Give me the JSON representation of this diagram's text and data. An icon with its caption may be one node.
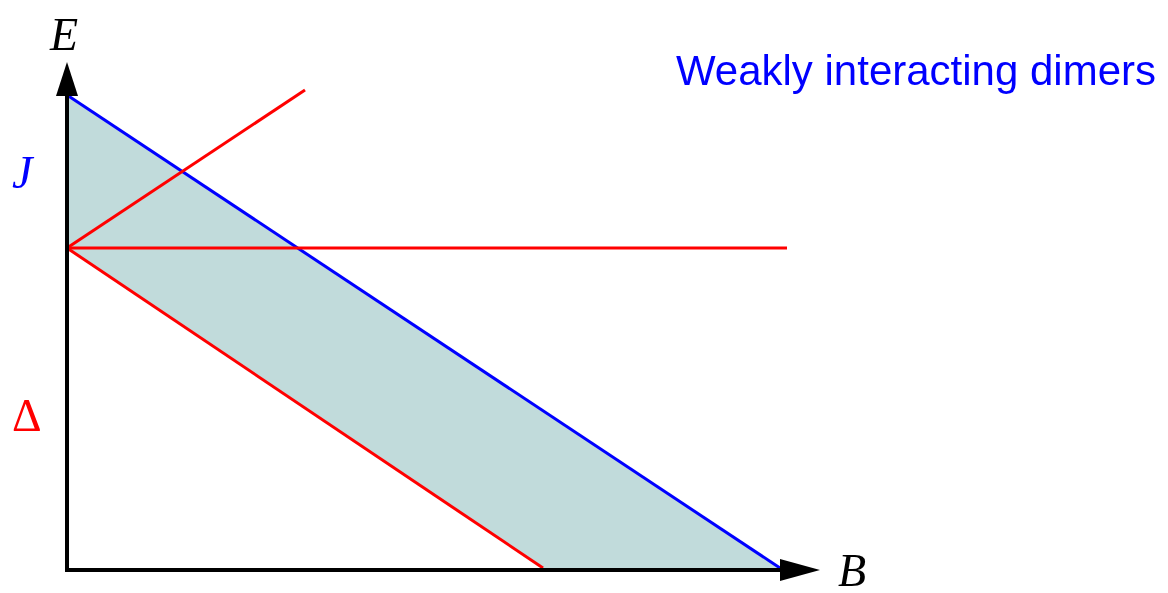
{
  "diagram": {
    "title": "Weakly interacting dimers",
    "labels": [
      "E",
      "J",
      "Δ",
      "B"
    ]
  }
}
